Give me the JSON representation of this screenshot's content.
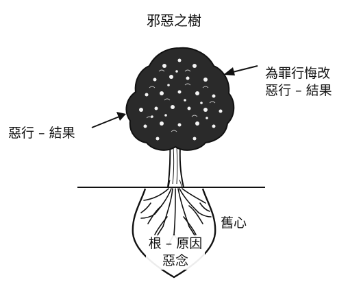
{
  "title": "邪惡之樹",
  "labels": {
    "upper_right": [
      "為罪行悔改",
      "惡行 – 結果"
    ],
    "left": "惡行 – 結果",
    "heart": "舊心",
    "root": [
      "根 – 原因",
      "惡念"
    ]
  },
  "colors": {
    "ink": "#111111",
    "background": "#ffffff"
  },
  "icons": {
    "tree": "tree-illustration",
    "heart": "heart-outline",
    "arrow": "arrow-icon"
  }
}
